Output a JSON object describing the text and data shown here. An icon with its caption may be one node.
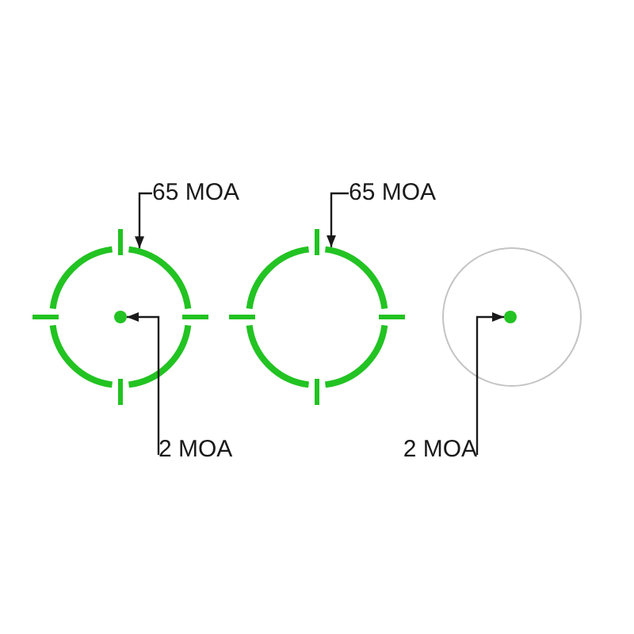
{
  "diagram": {
    "nodes": [
      {
        "text": [
          "65 MOA"
        ]
      },
      {
        "text": [
          "65 MOA"
        ]
      },
      {
        "text": [],
        "shape": "circle"
      },
      {
        "text": [],
        "shape": "circle",
        "in": 2
      },
      {
        "text": [],
        "shape": "circle"
      },
      {
        "text": [],
        "shape": "circle"
      },
      {
        "text": [],
        "shape": "circle",
        "in": 5
      },
      {
        "text": [
          "2 MOA"
        ]
      },
      {
        "text": [
          "2 MOA"
        ]
      }
    ],
    "edges": [
      {
        "from": 0,
        "to": 2,
        "arrow": "to"
      },
      {
        "from": 1,
        "to": 4,
        "arrow": "to"
      },
      {
        "from": 7,
        "to": 3,
        "arrow": "to"
      },
      {
        "from": 8,
        "to": 6,
        "arrow": "to"
      }
    ]
  }
}
